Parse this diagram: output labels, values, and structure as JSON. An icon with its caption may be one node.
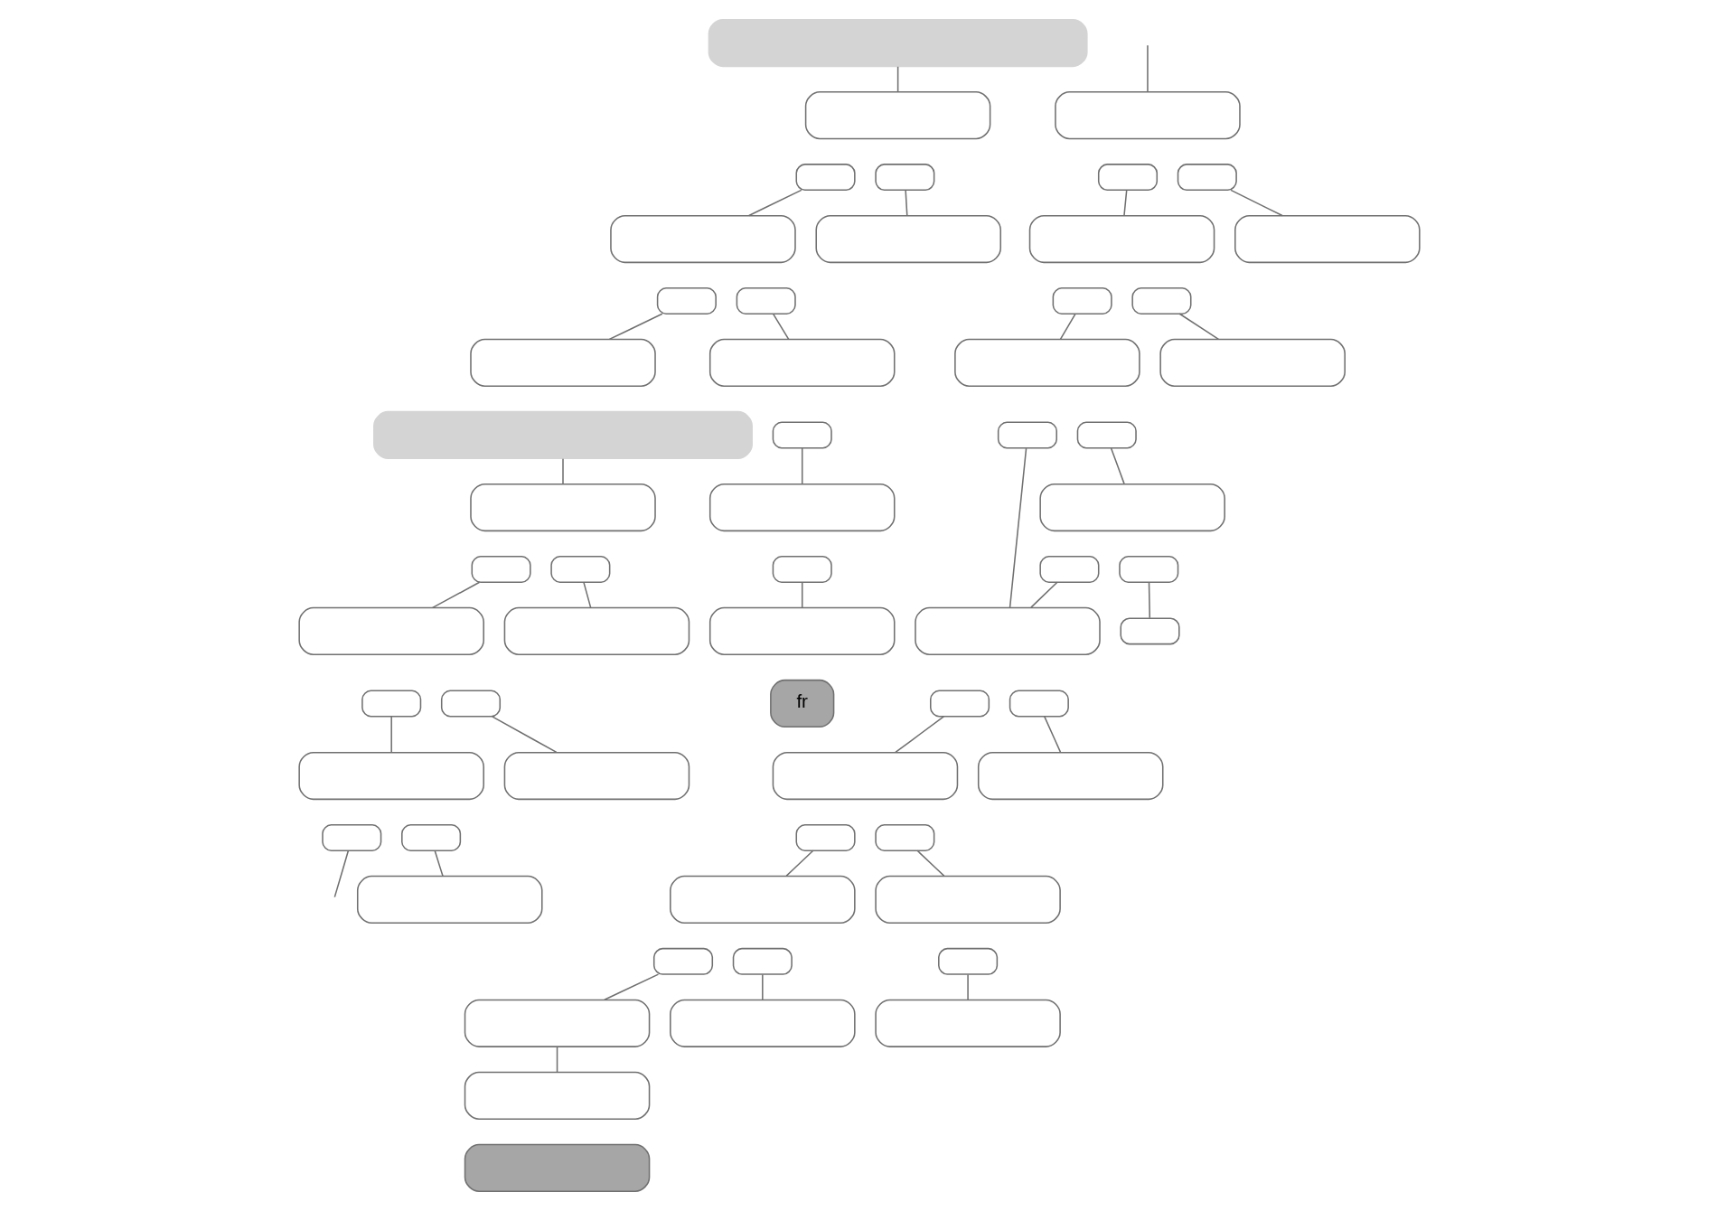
{
  "diagram": {
    "nodes": [
      {
        "text": [],
        "shape": "box"
      },
      {
        "text": [],
        "shape": "box"
      },
      {
        "text": [],
        "shape": "box"
      },
      {
        "text": [],
        "shape": "box"
      },
      {
        "text": [],
        "shape": "box"
      },
      {
        "text": [],
        "shape": "box"
      },
      {
        "text": [],
        "shape": "box"
      },
      {
        "text": [],
        "shape": "box"
      },
      {
        "text": [],
        "shape": "box"
      },
      {
        "text": [],
        "shape": "box"
      },
      {
        "text": [],
        "shape": "box"
      },
      {
        "text": [],
        "shape": "box"
      },
      {
        "text": [],
        "shape": "box"
      },
      {
        "text": [],
        "shape": "box"
      },
      {
        "text": [],
        "shape": "box"
      },
      {
        "text": [],
        "shape": "box"
      },
      {
        "text": [],
        "shape": "box"
      },
      {
        "text": [],
        "shape": "box"
      },
      {
        "text": [],
        "shape": "box"
      },
      {
        "text": [],
        "shape": "box"
      },
      {
        "text": [],
        "shape": "box"
      },
      {
        "text": [],
        "shape": "box"
      },
      {
        "text": [],
        "shape": "box"
      },
      {
        "text": [],
        "shape": "box"
      },
      {
        "text": [],
        "shape": "box"
      },
      {
        "text": [],
        "shape": "box"
      },
      {
        "text": [],
        "shape": "box"
      },
      {
        "text": [],
        "shape": "box"
      },
      {
        "text": [],
        "shape": "box"
      },
      {
        "text": [],
        "shape": "box"
      },
      {
        "text": [],
        "shape": "box"
      },
      {
        "text": [],
        "shape": "box"
      },
      {
        "text": [],
        "shape": "box"
      },
      {
        "text": [],
        "shape": "box"
      },
      {
        "text": [],
        "shape": "box"
      },
      {
        "text": [],
        "shape": "box"
      },
      {
        "text": [],
        "shape": "box"
      },
      {
        "text": [],
        "shape": "box"
      },
      {
        "text": [],
        "shape": "box"
      },
      {
        "text": [],
        "shape": "box"
      },
      {
        "text": [],
        "shape": "box"
      },
      {
        "text": [],
        "shape": "box"
      },
      {
        "text": [],
        "shape": "box"
      },
      {
        "text": [],
        "shape": "box"
      },
      {
        "text": [],
        "shape": "box"
      },
      {
        "text": [],
        "shape": "box"
      },
      {
        "text": [],
        "shape": "box"
      },
      {
        "text": [],
        "shape": "box"
      },
      {
        "text": [],
        "shape": "box"
      },
      {
        "text": [],
        "shape": "box"
      },
      {
        "text": [],
        "shape": "box"
      },
      {
        "text": [],
        "shape": "box"
      },
      {
        "text": [],
        "shape": "box"
      },
      {
        "text": [],
        "shape": "box"
      },
      {
        "text": [],
        "shape": "box"
      },
      {
        "text": [],
        "shape": "box"
      },
      {
        "text": [],
        "shape": "box"
      },
      {
        "text": [],
        "shape": "box"
      },
      {
        "text": [
          "fr"
        ]
      },
      {
        "text": [],
        "shape": "box"
      }
    ],
    "edges": [
      {
        "from": 0,
        "to": 1,
        "arrow": "none"
      },
      {
        "from": 3,
        "to": 4,
        "arrow": "none"
      },
      {
        "from": 2,
        "to": 5,
        "arrow": "none"
      },
      {
        "from": 7,
        "to": 8,
        "arrow": "none"
      },
      {
        "from": 9,
        "to": 10,
        "arrow": "none"
      },
      {
        "from": 11,
        "to": 12,
        "arrow": "none"
      },
      {
        "from": 6,
        "to": 13,
        "arrow": "none"
      },
      {
        "from": 14,
        "to": 15,
        "arrow": "none"
      },
      {
        "from": 17,
        "to": 18,
        "arrow": "none"
      },
      {
        "from": 16,
        "to": 19,
        "arrow": "none"
      },
      {
        "from": 21,
        "to": 22,
        "arrow": "none"
      },
      {
        "from": 20,
        "to": 23,
        "arrow": "none"
      },
      {
        "from": 25,
        "to": 26,
        "arrow": "none"
      },
      {
        "from": 24,
        "to": null,
        "arrow": "none"
      },
      {
        "from": null,
        "to": 27,
        "arrow": "none"
      },
      {
        "from": 29,
        "to": 30,
        "arrow": "none"
      },
      {
        "from": 28,
        "to": 31,
        "arrow": "none"
      },
      {
        "from": 33,
        "to": 34,
        "arrow": "none"
      },
      {
        "from": 32,
        "to": 35,
        "arrow": "none"
      },
      {
        "from": 37,
        "to": 38,
        "arrow": "none"
      },
      {
        "from": 40,
        "to": 41,
        "arrow": "none"
      },
      {
        "from": 36,
        "to": 42,
        "arrow": "none"
      },
      {
        "from": 39,
        "to": 42,
        "arrow": "none"
      },
      {
        "from": 44,
        "to": 45,
        "arrow": "none"
      },
      {
        "from": 43,
        "to": 46,
        "arrow": "none"
      },
      {
        "from": 48,
        "to": 49,
        "arrow": "none"
      },
      {
        "from": 50,
        "to": 51,
        "arrow": "none"
      },
      {
        "from": 47,
        "to": 52,
        "arrow": "none"
      },
      {
        "from": 54,
        "to": 55,
        "arrow": "none"
      },
      {
        "from": 53,
        "to": 56,
        "arrow": "none"
      },
      {
        "from": 56,
        "to": 57,
        "arrow": "none"
      }
    ]
  }
}
